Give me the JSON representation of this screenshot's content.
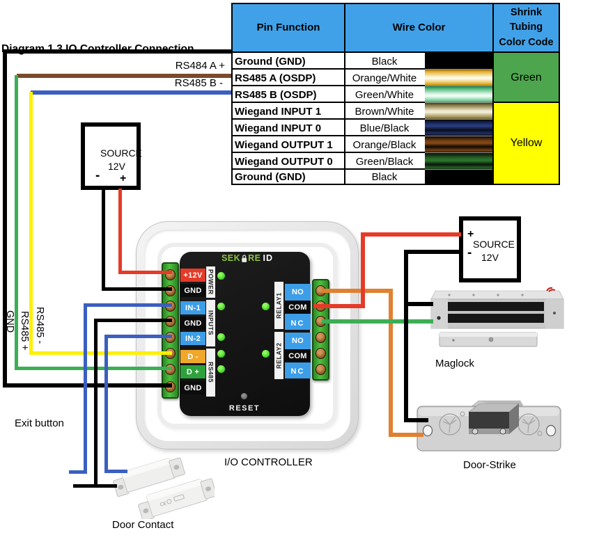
{
  "title": "Diagram 1.3 IO Controller Connection",
  "table": {
    "headers": {
      "pin": "Pin Function",
      "wire": "Wire Color",
      "shrink": "Shrink\nTubing\nColor Code"
    },
    "rows": [
      {
        "pin": "Ground (GND)",
        "wire": "Black",
        "swatch": "black"
      },
      {
        "pin": "RS485 A (OSDP)",
        "wire": "Orange/White",
        "swatch": "orange_white"
      },
      {
        "pin": "RS485 B (OSDP)",
        "wire": "Green/White",
        "swatch": "green_white"
      },
      {
        "pin": "Wiegand INPUT 1",
        "wire": "Brown/White",
        "swatch": "brown_white"
      },
      {
        "pin": "Wiegand INPUT 0",
        "wire": "Blue/Black",
        "swatch": "blue_black"
      },
      {
        "pin": "Wiegand OUTPUT 1",
        "wire": "Orange/Black",
        "swatch": "orange_black"
      },
      {
        "pin": "Wiegand OUTPUT 0",
        "wire": "Green/Black",
        "swatch": "green_black"
      },
      {
        "pin": "Ground (GND)",
        "wire": "Black",
        "swatch": "black"
      }
    ],
    "shrink_groups": [
      {
        "label": "Green",
        "rows": "1-3"
      },
      {
        "label": "Yellow",
        "rows": "4-8"
      }
    ]
  },
  "wire_labels": {
    "rs485a_top": "RS484 A +",
    "rs485b_top": "RS485 B -",
    "gnd": "GND",
    "rs485_plus": "RS485 +",
    "rs485_minus": "RS485 -"
  },
  "sources": {
    "left": {
      "name": "SOURCE",
      "voltage": "12V",
      "minus": "-",
      "plus": "+"
    },
    "right": {
      "name": "SOURCE",
      "voltage": "12V",
      "minus": "-",
      "plus": "+"
    }
  },
  "controller": {
    "brand": {
      "sek": "SEK",
      "re": "RE",
      "id": "ID"
    },
    "left_terminals": [
      "+12V",
      "GND",
      "IN-1",
      "GND",
      "IN-2",
      "D -",
      "D +",
      "GND"
    ],
    "groups": [
      "POWER",
      "INPUTS",
      "RS485"
    ],
    "relays": [
      "RELAY1",
      "RELAY2"
    ],
    "relay1_terminals": [
      "NO",
      "COM",
      "NC"
    ],
    "relay2_terminals": [
      "NO",
      "COM",
      "NC"
    ],
    "reset": "RESET",
    "caption": "I/O CONTROLLER"
  },
  "devices": {
    "exit_button": "Exit button",
    "door_contact": "Door Contact",
    "door_contact_marking": "CE",
    "maglock": "Maglock",
    "door_strike": "Door-Strike"
  },
  "colors": {
    "headerblue": "#41a1e8",
    "shrinkgreen": "#4da64d",
    "shrinkyellow": "#ffff00",
    "wblack": "#000000",
    "wbrown": "#7b4a2b",
    "wblue": "#3a5fc0",
    "wgreen": "#3cae54",
    "wyellow": "#fff000",
    "wred": "#e63a28",
    "worange": "#e08030",
    "tred": "#e23b28",
    "tblue": "#3d9ee8",
    "tamber": "#efa82a",
    "tgreen": "#2fa13c"
  }
}
